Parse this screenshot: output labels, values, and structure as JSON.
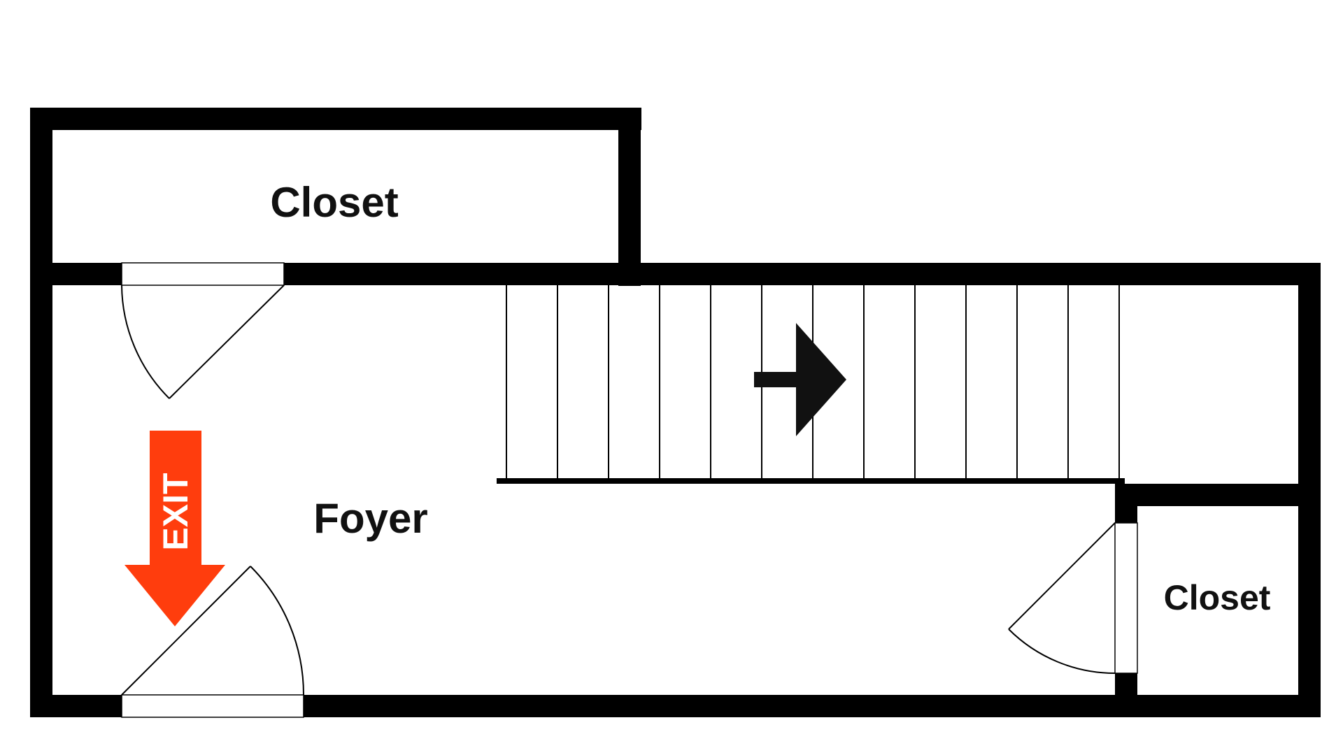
{
  "rooms": {
    "closet_top": "Closet",
    "foyer": "Foyer",
    "closet_right": "Closet"
  },
  "exit_sign": {
    "text": "EXIT",
    "color": "#ff3d0d"
  },
  "colors": {
    "wall": "#000000",
    "background": "#ffffff",
    "line": "#000000"
  },
  "icons": {
    "stair_direction": "arrow-right-icon",
    "exit": "arrow-down-icon"
  }
}
